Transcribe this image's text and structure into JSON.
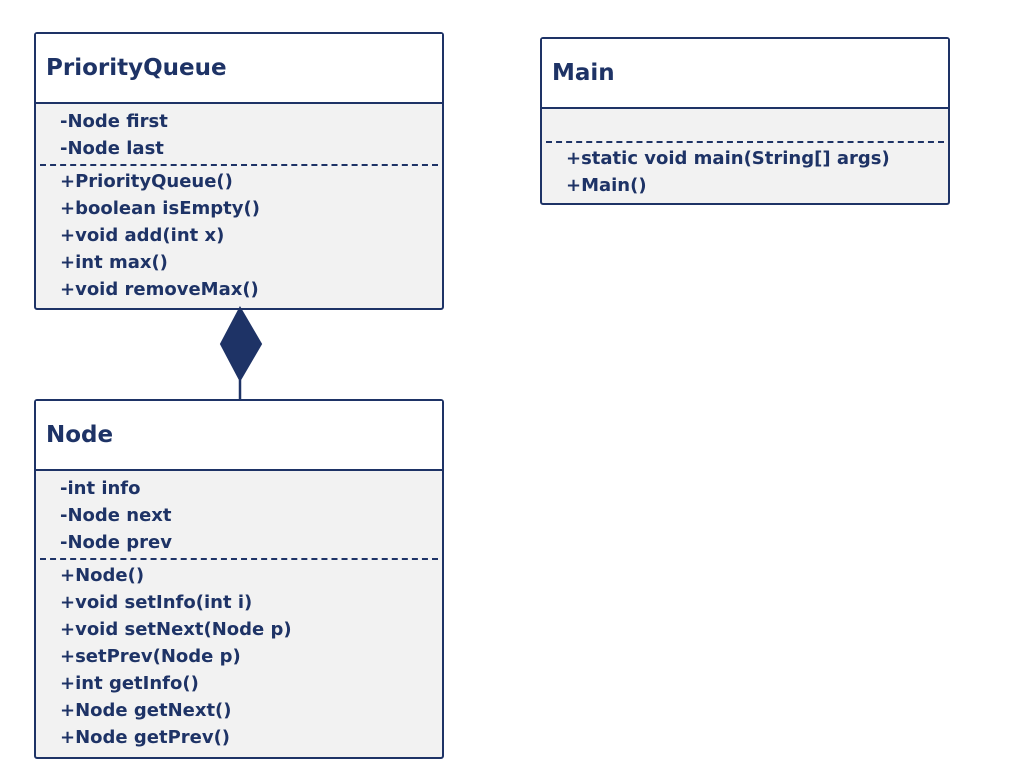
{
  "colors": {
    "stroke": "#1e3366",
    "fill": "#f2f2f2",
    "header_fill": "#ffffff"
  },
  "classes": {
    "priority_queue": {
      "name": "PriorityQueue",
      "attributes": [
        "-Node first",
        "-Node last"
      ],
      "methods": [
        "+PriorityQueue()",
        "+boolean isEmpty()",
        "+void add(int x)",
        "+int max()",
        "+void removeMax()"
      ]
    },
    "node": {
      "name": "Node",
      "attributes": [
        "-int info",
        "-Node next",
        "-Node prev"
      ],
      "methods": [
        "+Node()",
        "+void setInfo(int i)",
        "+void setNext(Node p)",
        "+setPrev(Node p)",
        "+int getInfo()",
        "+Node getNext()",
        "+Node getPrev()"
      ]
    },
    "main": {
      "name": "Main",
      "attributes": [],
      "methods": [
        "+static void main(String[] args)",
        "+Main()"
      ]
    }
  },
  "relationships": [
    {
      "type": "composition",
      "whole": "PriorityQueue",
      "part": "Node"
    }
  ]
}
